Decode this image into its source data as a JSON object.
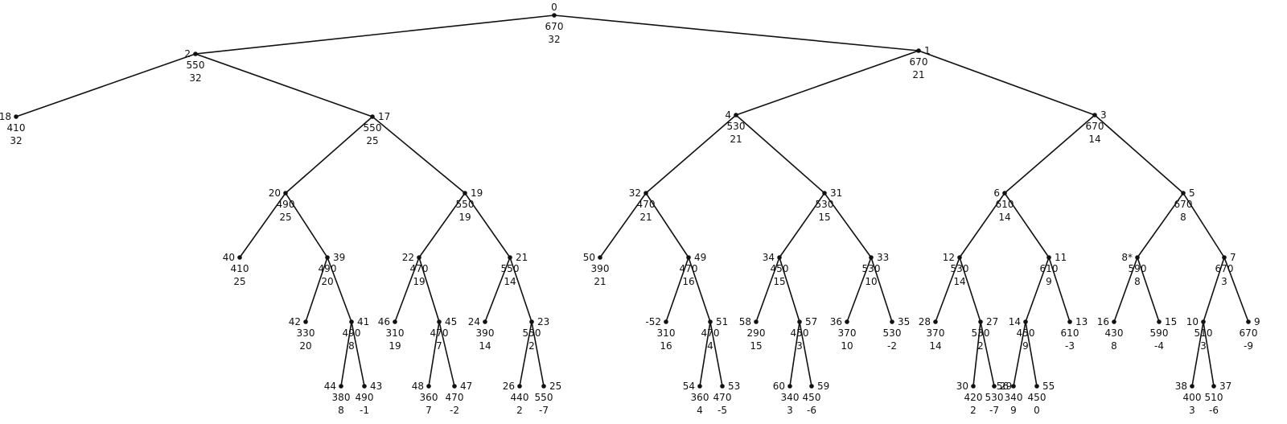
{
  "diagram": {
    "nodes": [
      {
        "id": "0",
        "v1": "670",
        "v2": "32"
      },
      {
        "id": "2",
        "v1": "550",
        "v2": "32"
      },
      {
        "id": "1",
        "v1": "670",
        "v2": "21"
      },
      {
        "id": "18",
        "v1": "410",
        "v2": "32"
      },
      {
        "id": "17",
        "v1": "550",
        "v2": "25"
      },
      {
        "id": "20",
        "v1": "490",
        "v2": "25"
      },
      {
        "id": "19",
        "v1": "550",
        "v2": "19"
      },
      {
        "id": "40",
        "v1": "410",
        "v2": "25"
      },
      {
        "id": "39",
        "v1": "490",
        "v2": "20"
      },
      {
        "id": "42",
        "v1": "330",
        "v2": "20"
      },
      {
        "id": "41",
        "v1": "490",
        "v2": "8"
      },
      {
        "id": "44",
        "v1": "380",
        "v2": "8"
      },
      {
        "id": "43",
        "v1": "490",
        "v2": "-1"
      },
      {
        "id": "22",
        "v1": "470",
        "v2": "19"
      },
      {
        "id": "21",
        "v1": "550",
        "v2": "14"
      },
      {
        "id": "46",
        "v1": "310",
        "v2": "19"
      },
      {
        "id": "45",
        "v1": "470",
        "v2": "7"
      },
      {
        "id": "48",
        "v1": "360",
        "v2": "7"
      },
      {
        "id": "47",
        "v1": "470",
        "v2": "-2"
      },
      {
        "id": "24",
        "v1": "390",
        "v2": "14"
      },
      {
        "id": "23",
        "v1": "550",
        "v2": "2"
      },
      {
        "id": "26",
        "v1": "440",
        "v2": "2"
      },
      {
        "id": "25",
        "v1": "550",
        "v2": "-7"
      },
      {
        "id": "4",
        "v1": "530",
        "v2": "21"
      },
      {
        "id": "3",
        "v1": "670",
        "v2": "14"
      },
      {
        "id": "32",
        "v1": "470",
        "v2": "21"
      },
      {
        "id": "31",
        "v1": "530",
        "v2": "15"
      },
      {
        "id": "50",
        "v1": "390",
        "v2": "21"
      },
      {
        "id": "49",
        "v1": "470",
        "v2": "16"
      },
      {
        "id": "-52",
        "v1": "310",
        "v2": "16"
      },
      {
        "id": "51",
        "v1": "470",
        "v2": "4"
      },
      {
        "id": "54",
        "v1": "360",
        "v2": "4"
      },
      {
        "id": "53",
        "v1": "470",
        "v2": "-5"
      },
      {
        "id": "34",
        "v1": "450",
        "v2": "15"
      },
      {
        "id": "33",
        "v1": "530",
        "v2": "10"
      },
      {
        "id": "58",
        "v1": "290",
        "v2": "15"
      },
      {
        "id": "57",
        "v1": "450",
        "v2": "3"
      },
      {
        "id": "60",
        "v1": "340",
        "v2": "3"
      },
      {
        "id": "59",
        "v1": "450",
        "v2": "-6"
      },
      {
        "id": "36",
        "v1": "370",
        "v2": "10"
      },
      {
        "id": "35",
        "v1": "530",
        "v2": "-2"
      },
      {
        "id": "6",
        "v1": "610",
        "v2": "14"
      },
      {
        "id": "5",
        "v1": "670",
        "v2": "8"
      },
      {
        "id": "12",
        "v1": "530",
        "v2": "14"
      },
      {
        "id": "11",
        "v1": "610",
        "v2": "9"
      },
      {
        "id": "28",
        "v1": "370",
        "v2": "14"
      },
      {
        "id": "27",
        "v1": "530",
        "v2": "2"
      },
      {
        "id": "30",
        "v1": "420",
        "v2": "2"
      },
      {
        "id": "29",
        "v1": "530",
        "v2": "-7"
      },
      {
        "id": "14",
        "v1": "450",
        "v2": "9"
      },
      {
        "id": "13",
        "v1": "610",
        "v2": "-3"
      },
      {
        "id": "56",
        "v1": "340",
        "v2": "9"
      },
      {
        "id": "55",
        "v1": "450",
        "v2": "0"
      },
      {
        "id": "8*",
        "v1": "590",
        "v2": "8"
      },
      {
        "id": "7",
        "v1": "670",
        "v2": "3"
      },
      {
        "id": "16",
        "v1": "430",
        "v2": "8"
      },
      {
        "id": "15",
        "v1": "590",
        "v2": "-4"
      },
      {
        "id": "10",
        "v1": "510",
        "v2": "3"
      },
      {
        "id": "9",
        "v1": "670",
        "v2": "-9"
      },
      {
        "id": "38",
        "v1": "400",
        "v2": "3"
      },
      {
        "id": "37",
        "v1": "510",
        "v2": "-6"
      }
    ],
    "edges": [
      [
        "0",
        "2"
      ],
      [
        "0",
        "1"
      ],
      [
        "2",
        "18"
      ],
      [
        "2",
        "17"
      ],
      [
        "17",
        "20"
      ],
      [
        "17",
        "19"
      ],
      [
        "20",
        "40"
      ],
      [
        "20",
        "39"
      ],
      [
        "39",
        "42"
      ],
      [
        "39",
        "41"
      ],
      [
        "41",
        "44"
      ],
      [
        "41",
        "43"
      ],
      [
        "19",
        "22"
      ],
      [
        "19",
        "21"
      ],
      [
        "22",
        "46"
      ],
      [
        "22",
        "45"
      ],
      [
        "45",
        "48"
      ],
      [
        "45",
        "47"
      ],
      [
        "21",
        "24"
      ],
      [
        "21",
        "23"
      ],
      [
        "23",
        "26"
      ],
      [
        "23",
        "25"
      ],
      [
        "1",
        "4"
      ],
      [
        "1",
        "3"
      ],
      [
        "4",
        "32"
      ],
      [
        "4",
        "31"
      ],
      [
        "32",
        "50"
      ],
      [
        "32",
        "49"
      ],
      [
        "49",
        "-52"
      ],
      [
        "49",
        "51"
      ],
      [
        "51",
        "54"
      ],
      [
        "51",
        "53"
      ],
      [
        "31",
        "34"
      ],
      [
        "31",
        "33"
      ],
      [
        "34",
        "58"
      ],
      [
        "34",
        "57"
      ],
      [
        "57",
        "60"
      ],
      [
        "57",
        "59"
      ],
      [
        "33",
        "36"
      ],
      [
        "33",
        "35"
      ],
      [
        "3",
        "6"
      ],
      [
        "3",
        "5"
      ],
      [
        "6",
        "12"
      ],
      [
        "6",
        "11"
      ],
      [
        "12",
        "28"
      ],
      [
        "12",
        "27"
      ],
      [
        "27",
        "30"
      ],
      [
        "27",
        "29"
      ],
      [
        "11",
        "14"
      ],
      [
        "11",
        "13"
      ],
      [
        "14",
        "56"
      ],
      [
        "14",
        "55"
      ],
      [
        "5",
        "8*"
      ],
      [
        "5",
        "7"
      ],
      [
        "8*",
        "16"
      ],
      [
        "8*",
        "15"
      ],
      [
        "7",
        "10"
      ],
      [
        "7",
        "9"
      ],
      [
        "10",
        "38"
      ],
      [
        "10",
        "37"
      ]
    ]
  }
}
